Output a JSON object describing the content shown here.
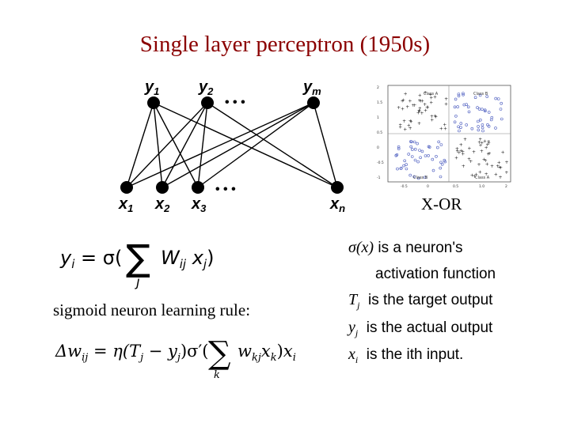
{
  "title": "Single layer perceptron (1950s)",
  "network": {
    "outputs": [
      "y1",
      "y2",
      "ym"
    ],
    "inputs": [
      "x1",
      "x2",
      "x3",
      "xn"
    ],
    "ellipsis": "• • •"
  },
  "xor_panel": {
    "label": "X-OR",
    "quadrant_labels": [
      "Class A",
      "Class B",
      "Class B",
      "Class A"
    ],
    "y_ticks": [
      "2",
      "1.5",
      "1",
      "0.5",
      "0",
      "-0.5",
      "-1"
    ],
    "x_ticks": [
      "-0.5",
      "0",
      "0.5",
      "1.0",
      "2"
    ]
  },
  "formulas": {
    "output": "y_i = σ(Σ_j W_ij x_j)",
    "rule_label": "sigmoid neuron learning rule:",
    "rule": "Δw_ij = η(T_j − y_j)σ′(Σ_k w_kj x_k) x_i"
  },
  "definitions": [
    {
      "symbol": "σ(x)",
      "text": "is a neuron's"
    },
    {
      "symbol": "",
      "text": "activation function"
    },
    {
      "symbol": "T",
      "sub": "j",
      "text": "is the target output"
    },
    {
      "symbol": "y",
      "sub": "j",
      "text": "is the actual output"
    },
    {
      "symbol": "x",
      "sub": "i",
      "text": "is the ith input."
    }
  ]
}
